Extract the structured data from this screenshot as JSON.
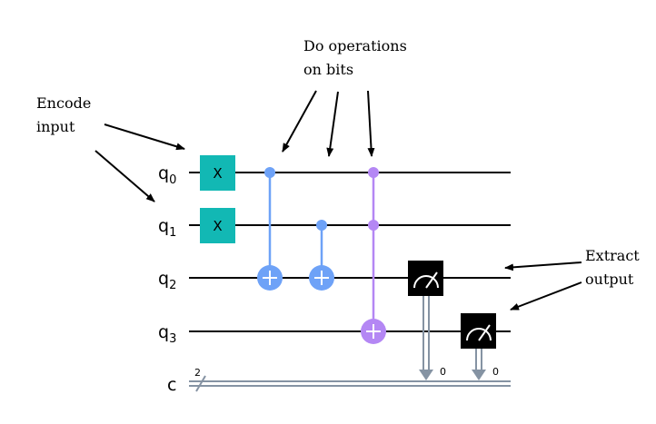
{
  "annotations": {
    "encode_line1": "Encode",
    "encode_line2": "input",
    "ops_line1": "Do operations",
    "ops_line2": "on bits",
    "extract_line1": "Extract",
    "extract_line2": "output"
  },
  "qubits": [
    {
      "name": "q",
      "index": "0"
    },
    {
      "name": "q",
      "index": "1"
    },
    {
      "name": "q",
      "index": "2"
    },
    {
      "name": "q",
      "index": "3"
    }
  ],
  "classical": {
    "label": "c",
    "width": "2"
  },
  "gates": {
    "x_label": "X",
    "measure_bit_0": "0",
    "measure_bit_1": "0"
  },
  "colors": {
    "x_gate": "#12b8b4",
    "cnot": "#6ea2f7",
    "toffoli": "#b487f4",
    "measure": "#000000",
    "classical": "#8593a3"
  }
}
